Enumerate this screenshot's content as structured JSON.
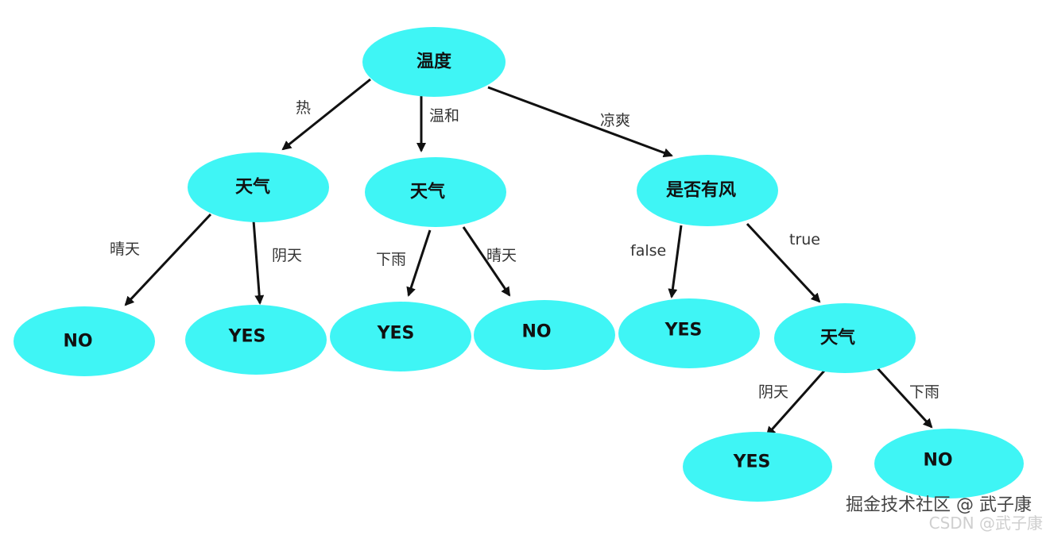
{
  "diagram": {
    "node_color": "#3ff5f5",
    "nodes": {
      "root": "温度",
      "hot_weather": "天气",
      "hot_sunny_result": "NO",
      "hot_cloudy_result": "YES",
      "mild_weather": "天气",
      "mild_rain_result": "YES",
      "mild_sunny_result": "NO",
      "cool_windy": "是否有风",
      "cool_false_result": "YES",
      "cool_true_weather": "天气",
      "cool_true_cloudy_result": "YES",
      "cool_true_rain_result": "NO"
    },
    "edges": {
      "root_hot": "热",
      "root_mild": "温和",
      "root_cool": "凉爽",
      "hot_sunny": "晴天",
      "hot_cloudy": "阴天",
      "mild_rain": "下雨",
      "mild_sunny": "晴天",
      "cool_false": "false",
      "cool_true": "true",
      "true_cloudy": "阴天",
      "true_rain": "下雨"
    }
  },
  "watermark": {
    "primary": "掘金技术社区 @ 武子康",
    "secondary": "CSDN @武子康"
  }
}
